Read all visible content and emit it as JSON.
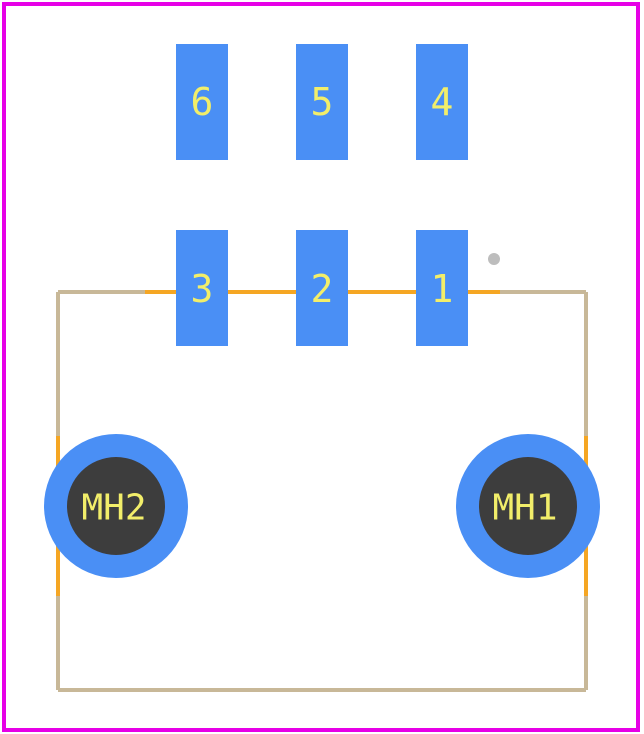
{
  "colors": {
    "board_outline": "#e600e6",
    "pad": "#4a8ff5",
    "silkscreen": "#f5a623",
    "courtyard": "#c8b898",
    "hole": "#3d3d3d",
    "label": "#f2ee6a",
    "pin1_marker": "#bdbdbd"
  },
  "pads": [
    {
      "id": "pad-6",
      "label": "6"
    },
    {
      "id": "pad-5",
      "label": "5"
    },
    {
      "id": "pad-4",
      "label": "4"
    },
    {
      "id": "pad-3",
      "label": "3"
    },
    {
      "id": "pad-2",
      "label": "2"
    },
    {
      "id": "pad-1",
      "label": "1"
    }
  ],
  "mounting_holes": [
    {
      "id": "mh2",
      "label": "MH2"
    },
    {
      "id": "mh1",
      "label": "MH1"
    }
  ]
}
